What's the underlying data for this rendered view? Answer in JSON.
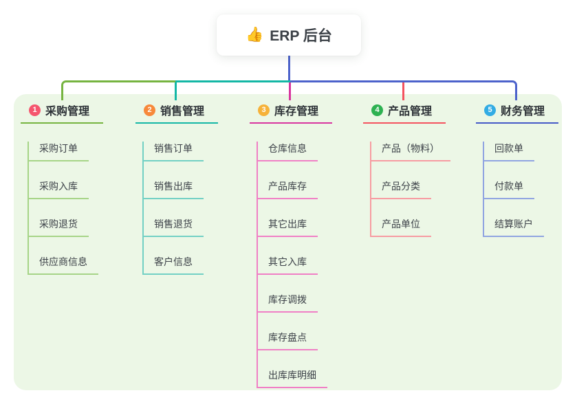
{
  "root": {
    "emoji": "👍",
    "title": "ERP 后台"
  },
  "branches": [
    {
      "index": "1",
      "label": "采购管理",
      "badge_color": "#f5566e",
      "line_color": "#76b440",
      "light_line_color": "#a6d487",
      "children": [
        "采购订单",
        "采购入库",
        "采购退货",
        "供应商信息"
      ]
    },
    {
      "index": "2",
      "label": "销售管理",
      "badge_color": "#f7893b",
      "line_color": "#14b7a5",
      "light_line_color": "#72d0c4",
      "children": [
        "销售订单",
        "销售出库",
        "销售退货",
        "客户信息"
      ]
    },
    {
      "index": "3",
      "label": "库存管理",
      "badge_color": "#f6b23a",
      "line_color": "#d8359f",
      "light_line_color": "#f07fc5",
      "children": [
        "仓库信息",
        "产品库存",
        "其它出库",
        "其它入库",
        "库存调拨",
        "库存盘点",
        "出库库明细"
      ]
    },
    {
      "index": "4",
      "label": "产品管理",
      "badge_color": "#2db151",
      "line_color": "#f4525f",
      "light_line_color": "#f79ba1",
      "children": [
        "产品（物料）",
        "产品分类",
        "产品单位"
      ]
    },
    {
      "index": "5",
      "label": "财务管理",
      "badge_color": "#33ace4",
      "line_color": "#4459c7",
      "light_line_color": "#90a4e1",
      "children": [
        "回款单",
        "付款单",
        "结算账户"
      ]
    }
  ],
  "colors": {
    "panel_background": "#ecf7e6",
    "trunk_blue": "#4c62cb",
    "trunk_green": "#76b440",
    "trunk_teal": "#14b7a5",
    "drop_magenta": "#d8359f",
    "drop_red": "#f4525f"
  }
}
